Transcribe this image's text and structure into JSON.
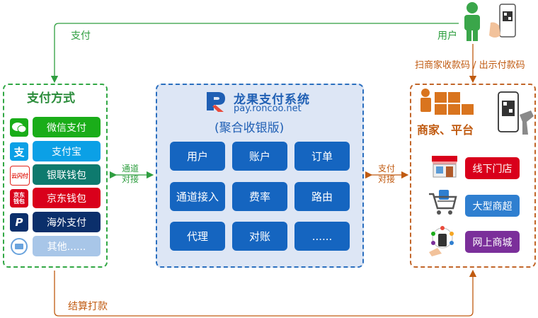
{
  "top": {
    "pay_label": "支付",
    "user_label": "用户",
    "scan_label": "扫商家收款码 / 出示付款码"
  },
  "left": {
    "title": "支付方式",
    "items": [
      {
        "label": "微信支付",
        "icon": "wechat-icon",
        "icon_text": "",
        "color": "#1aad19",
        "icon_color": "#1aad19"
      },
      {
        "label": "支付宝",
        "icon": "alipay-icon",
        "icon_text": "支",
        "color": "#0ba0e6",
        "icon_color": "#0ba0e6"
      },
      {
        "label": "银联钱包",
        "icon": "unionpay-icon",
        "icon_text": "云闪付",
        "color": "#0e7a6e",
        "icon_color": "#e2231a"
      },
      {
        "label": "京东钱包",
        "icon": "jd-icon",
        "icon_text": "京东钱包",
        "color": "#d9001b",
        "icon_color": "#d9001b"
      },
      {
        "label": "海外支付",
        "icon": "paypal-icon",
        "icon_text": "P",
        "color": "#0b2f6b",
        "icon_color": "#0b2f6b"
      },
      {
        "label": "其他......",
        "icon": "card-icon",
        "icon_text": "",
        "color": "#a8c6e8",
        "icon_color": "#6aa3dd"
      }
    ]
  },
  "left_link": {
    "line1": "通道",
    "line2": "对接"
  },
  "center": {
    "brand": "龙果支付系统",
    "url": "pay.roncoo.net",
    "subtitle": "(聚合收银版)",
    "modules": [
      "用户",
      "账户",
      "订单",
      "通道接入",
      "费率",
      "路由",
      "代理",
      "对账",
      "......"
    ]
  },
  "right_link": {
    "line1": "支付",
    "line2": "对接"
  },
  "right": {
    "title": "商家、平台",
    "items": [
      {
        "label": "线下门店",
        "icon": "store-icon",
        "color": "#d9001b"
      },
      {
        "label": "大型商超",
        "icon": "shopping-cart-icon",
        "color": "#2f7fd0"
      },
      {
        "label": "网上商城",
        "icon": "online-mall-icon",
        "color": "#7b2f9a"
      }
    ]
  },
  "bottom": {
    "settle_label": "结算打款"
  },
  "colors": {
    "green": "#2e9e3f",
    "orange": "#c05a10",
    "blue": "#2b6fbf"
  }
}
